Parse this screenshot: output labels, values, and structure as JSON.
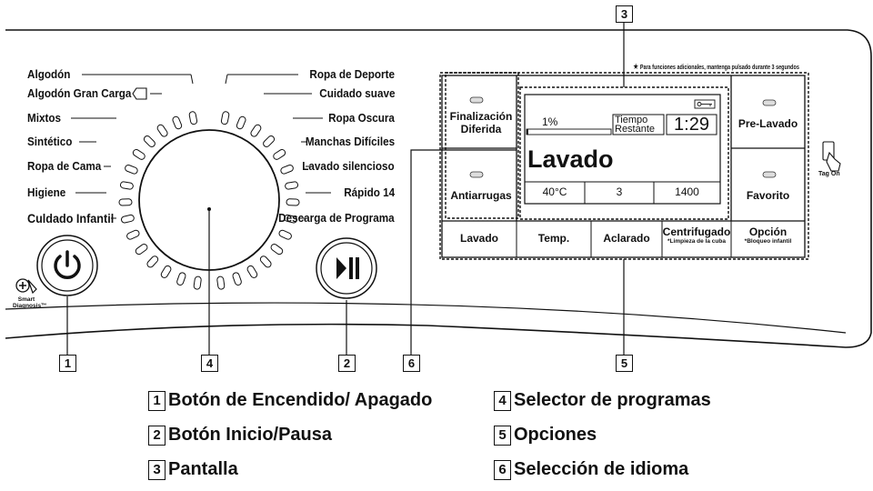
{
  "programs_left": [
    "Algodón",
    "Algodón Gran Carga",
    "Mixtos",
    "Sintético",
    "Ropa de Cama",
    "Higiene",
    "Culdado Infantil"
  ],
  "programs_right": [
    "Ropa de Deporte",
    "Cuidado suave",
    "Ropa Oscura",
    "Manchas Difíciles",
    "Lavado silencioso",
    "Rápido 14",
    "Descarga de Programa"
  ],
  "note": "Para funciones adicionales, mantenga pulsado durante 3 segundos",
  "note_star": "★",
  "buttons": {
    "delay_end": "Finalización Diferida",
    "wrinkle_care": "Antiarrugas",
    "prewash": "Pre-Lavado",
    "favorite": "Favorito"
  },
  "display": {
    "progress": "1%",
    "progress_fraction": 0.02,
    "time_label_line1": "Tiempo",
    "time_label_line2": "Restante",
    "time": "1:29",
    "status": "Lavado",
    "temp": "40°C",
    "rinse": "3",
    "spin": "1400"
  },
  "options": {
    "wash": "Lavado",
    "temp": "Temp.",
    "rinse": "Aclarado",
    "spin": "Centrifugado",
    "spin_sub": "*Limpieza de la cuba",
    "option": "Opción",
    "option_sub": "*Bloqueo infantil"
  },
  "tag_on": "Tag On",
  "smart_diagnosis_1": "Smart",
  "smart_diagnosis_2": "Diagnosis™",
  "callouts": [
    "1",
    "2",
    "3",
    "4",
    "5",
    "6"
  ],
  "legend": [
    {
      "num": "1",
      "text": "Botón de Encendido/ Apagado"
    },
    {
      "num": "2",
      "text": "Botón Inicio/Pausa"
    },
    {
      "num": "3",
      "text": "Pantalla"
    },
    {
      "num": "4",
      "text": "Selector de programas"
    },
    {
      "num": "5",
      "text": "Opciones"
    },
    {
      "num": "6",
      "text": "Selección de idioma"
    }
  ]
}
